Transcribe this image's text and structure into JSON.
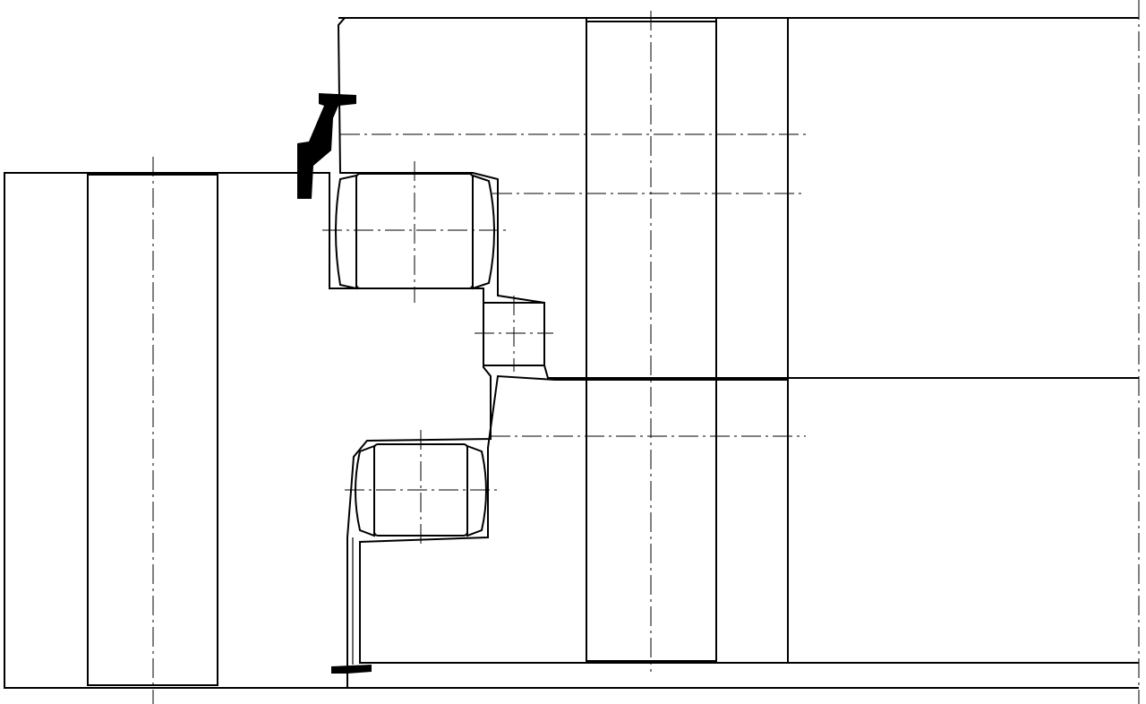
{
  "drawing": {
    "type": "bearing cross-section",
    "colors": {
      "line": "#000000",
      "background": "#ffffff"
    },
    "components": [
      "inner-ring",
      "outer-ring-upper",
      "outer-ring-lower",
      "upper-roller",
      "lower-roller",
      "seal",
      "plug",
      "bolt-holes"
    ]
  }
}
